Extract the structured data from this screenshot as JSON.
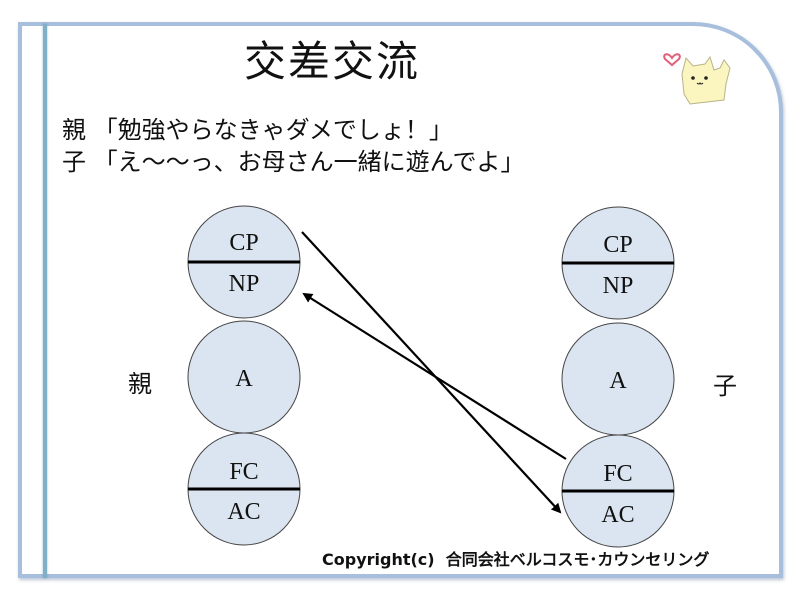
{
  "title": "交差交流",
  "dialogue": [
    {
      "speaker": "親",
      "text": "「勉強やらなきゃダメでしょ！」"
    },
    {
      "speaker": "子",
      "text": "「え〜〜っ、お母さん一緒に遊んでよ」"
    }
  ],
  "parent": {
    "label": "親",
    "ego_states": {
      "top": [
        "CP",
        "NP"
      ],
      "middle": "A",
      "bottom": [
        "FC",
        "AC"
      ]
    }
  },
  "child": {
    "label": "子",
    "ego_states": {
      "top": [
        "CP",
        "NP"
      ],
      "middle": "A",
      "bottom": [
        "FC",
        "AC"
      ]
    }
  },
  "arrows": [
    {
      "from": "parent.CP",
      "to": "child.AC"
    },
    {
      "from": "child.FC",
      "to": "parent.NP"
    }
  ],
  "copyright": "Copyright(c)  合同会社ベルコスモ･カウンセリング",
  "colors": {
    "circle_fill": "#dbe5f1",
    "frame": "#a7bedc",
    "accent_line": "#7fb0c8",
    "heart": "#e0607a",
    "cat": "#fbf5c0"
  }
}
